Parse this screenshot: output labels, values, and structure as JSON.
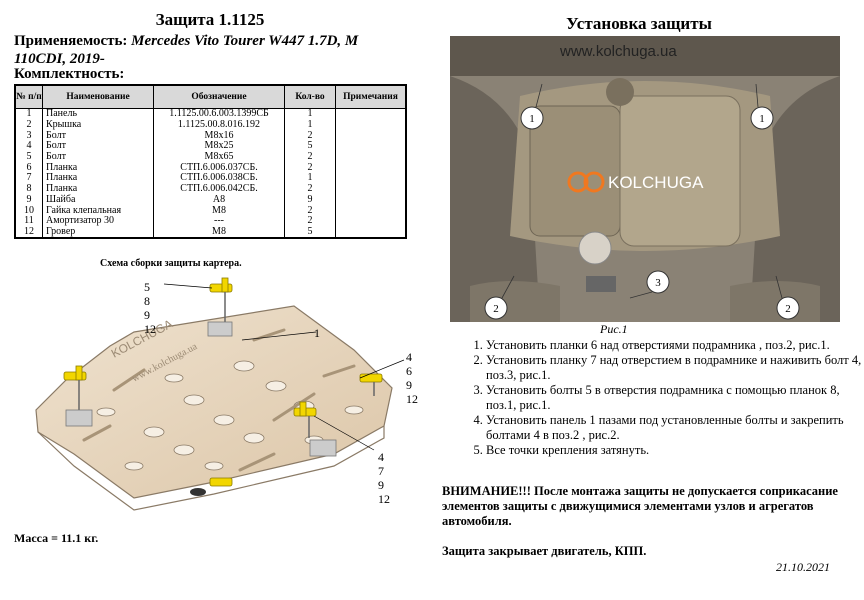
{
  "header": {
    "title": "Защита 1.1125",
    "applicability_label": "Применяемость:",
    "applicability_value": "Mercedes Vito Tourer W447 1.7D, M 110CDI, 2019-",
    "kit_label": "Комплектность:"
  },
  "table": {
    "headers": [
      "№ п/п",
      "Наименование",
      "Обозначение",
      "Кол-во",
      "Примечания"
    ],
    "rows": [
      [
        "1",
        "Панель",
        "1.1125.00.6.003.1399СБ",
        "1",
        ""
      ],
      [
        "2",
        "Крышка",
        "1.1125.00.8.016.192",
        "1",
        ""
      ],
      [
        "3",
        "Болт",
        "M8x16",
        "2",
        ""
      ],
      [
        "4",
        "Болт",
        "M8x25",
        "5",
        ""
      ],
      [
        "5",
        "Болт",
        "M8x65",
        "2",
        ""
      ],
      [
        "6",
        "Планка",
        "СТП.6.006.037СБ.",
        "2",
        ""
      ],
      [
        "7",
        "Планка",
        "СТП.6.006.038СБ.",
        "1",
        ""
      ],
      [
        "8",
        "Планка",
        "СТП.6.006.042СБ.",
        "2",
        ""
      ],
      [
        "9",
        "Шайба",
        "A8",
        "9",
        ""
      ],
      [
        "10",
        "Гайка клепальная",
        "M8",
        "2",
        ""
      ],
      [
        "11",
        "Амортизатор 30",
        "---",
        "2",
        ""
      ],
      [
        "12",
        "Гровер",
        "M8",
        "5",
        ""
      ]
    ]
  },
  "scheme": {
    "caption": "Схема сборки защиты картера.",
    "label_1": "1",
    "group_top": [
      "5",
      "8",
      "9",
      "12"
    ],
    "group_right": [
      "4",
      "6",
      "9",
      "12"
    ],
    "group_bottom": [
      "4",
      "7",
      "9",
      "12"
    ],
    "watermark": "www.kolchuga.ua",
    "logo": "KOLCHUGA"
  },
  "mass": "Масса = 11.1 кг.",
  "install": {
    "title": "Установка защиты",
    "photo_watermark": "www.kolchuga.ua",
    "photo_logo": "KOLCHUGA",
    "callouts": [
      "1",
      "1",
      "2",
      "2",
      "3"
    ],
    "figure_caption": "Рис.1",
    "steps": [
      "Установить планки 6 над отверстиями подрамника , поз.2, рис.1.",
      "Установить планку 7 над отверстием в подрамнике и наживить болт 4, поз.3, рис.1.",
      "Установить болты 5 в отверстия подрамника с помощью планок 8, поз.1, рис.1.",
      "Установить панель 1 пазами под установленные болты и закрепить болтами 4 в поз.2 , рис.2.",
      "Все точки крепления затянуть."
    ]
  },
  "warning": "ВНИМАНИЕ!!! После монтажа защиты не допускается соприкасание элементов защиты с движущимися элементами узлов и агрегатов автомобиля.",
  "covers": "Защита закрывает двигатель, КПП.",
  "date": "21.10.2021",
  "colors": {
    "panel": "#e8d7c0",
    "panel_edge": "#8a7a66",
    "bracket": "#f2d600",
    "photo_bg": "#8a8275"
  }
}
